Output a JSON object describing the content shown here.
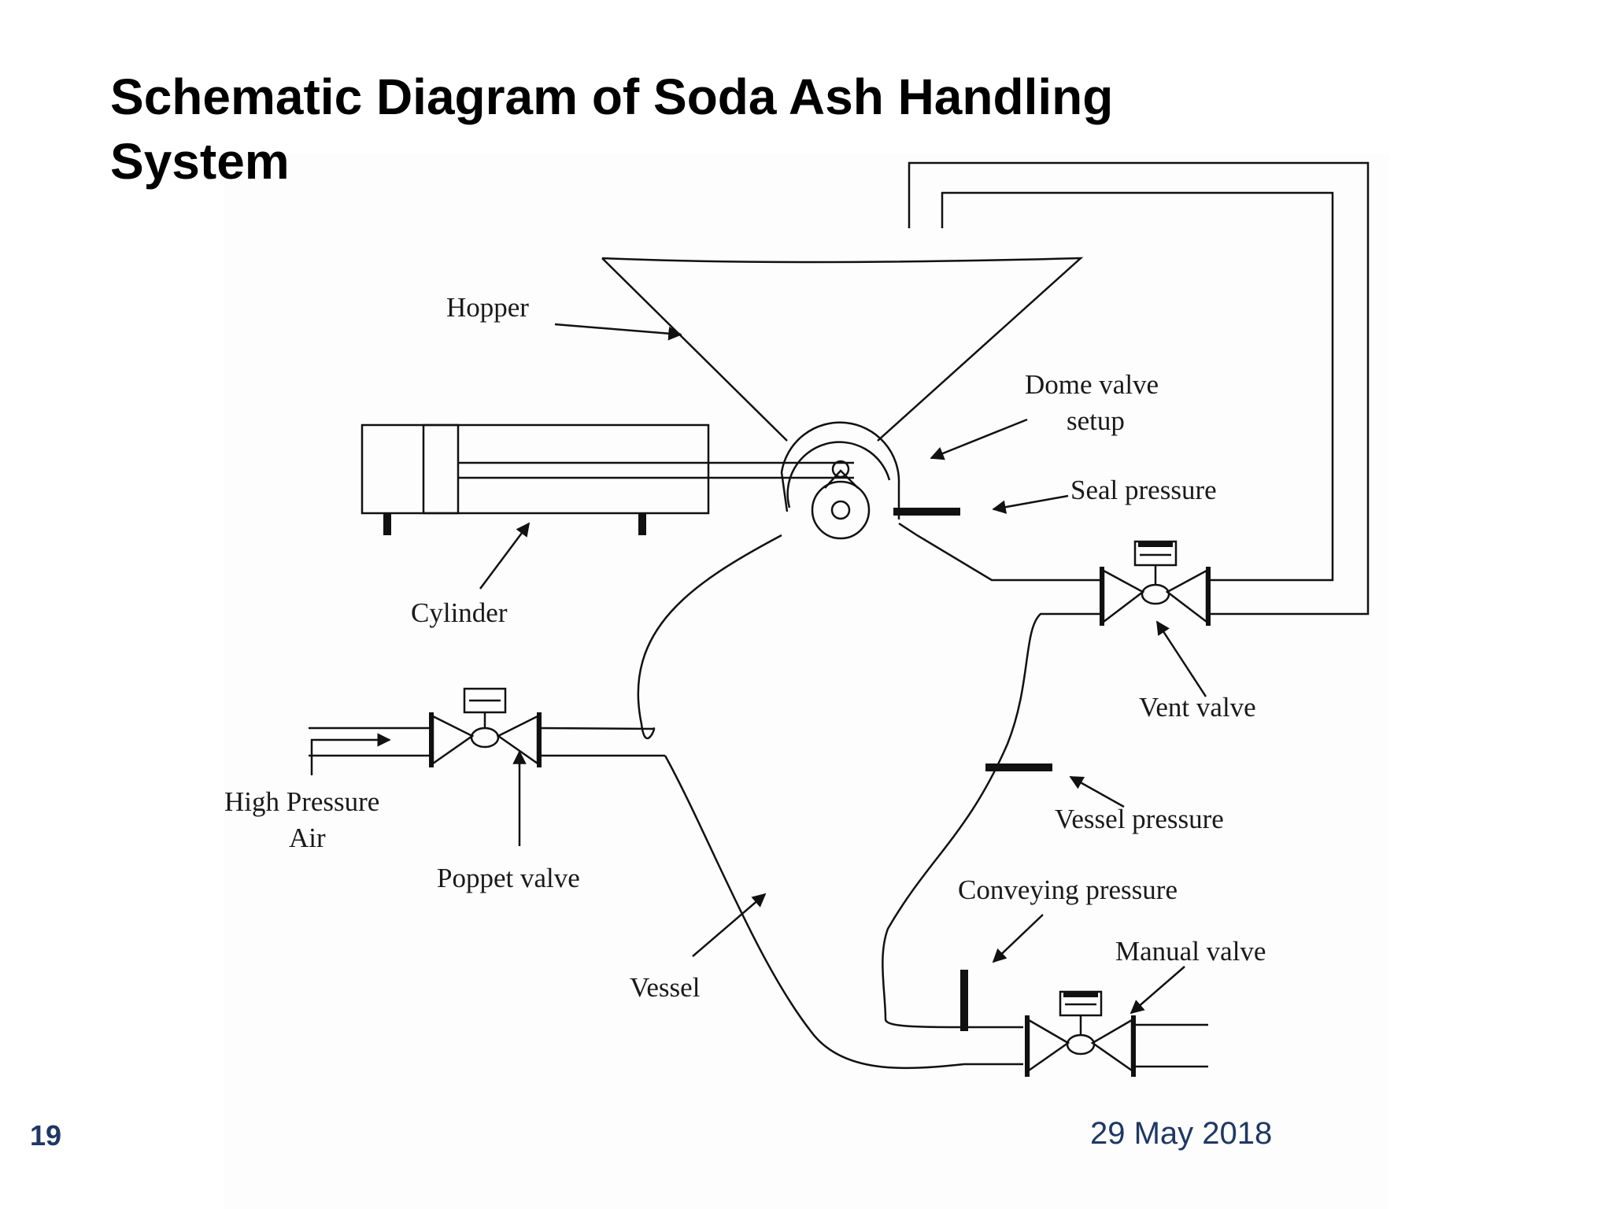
{
  "slide": {
    "title_line1": "Schematic Diagram of Soda Ash Handling",
    "title_line2": "System",
    "number": "19",
    "date": "29 May 2018"
  },
  "labels": {
    "hopper": "Hopper",
    "dome_valve_line1": "Dome valve",
    "dome_valve_line2": "setup",
    "seal_pressure": "Seal pressure",
    "cylinder": "Cylinder",
    "vent_valve": "Vent valve",
    "high_pressure_air_line1": "High Pressure",
    "high_pressure_air_line2": "Air",
    "poppet_valve": "Poppet valve",
    "vessel_pressure": "Vessel pressure",
    "conveying_pressure": "Conveying pressure",
    "manual_valve": "Manual valve",
    "vessel": "Vessel"
  },
  "colors": {
    "title": "#000000",
    "footer": "#1f3864",
    "line": "#111111"
  }
}
